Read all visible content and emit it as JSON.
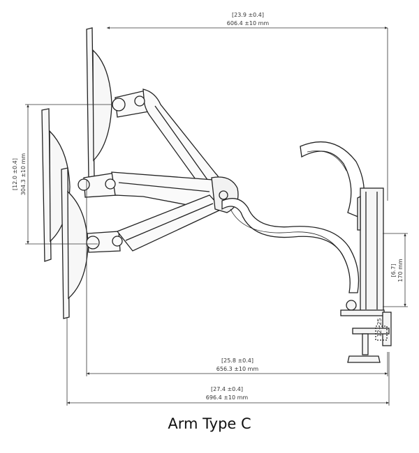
{
  "caption": "Arm Type C",
  "dimensions": {
    "top_width": {
      "inch": "[23.9 ±0.4]",
      "mm": "606.4 ±10 mm"
    },
    "mid_width": {
      "inch": "[25.8 ±0.4]",
      "mm": "656.3 ±10 mm"
    },
    "bottom_width": {
      "inch": "[27.4 ±0.4]",
      "mm": "696.4 ±10 mm"
    },
    "left_height": {
      "inch": "[12.0 ±0.4]",
      "mm": "304.3 ±10 mm"
    },
    "pole_height": {
      "inch": "[6.7]",
      "mm": "170 mm"
    },
    "clamp_range": "12~25"
  }
}
